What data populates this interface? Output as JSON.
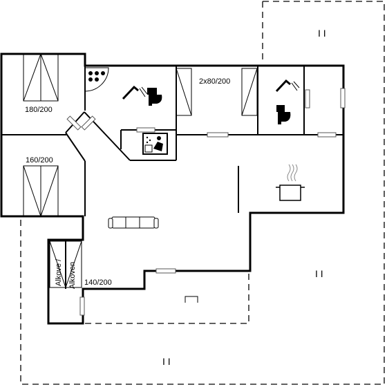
{
  "labels": {
    "bedroom1_beds": "180/200",
    "bedroom2_beds": "160/200",
    "bedroom3_beds": "2x80/200",
    "alcove_beds": "140/200",
    "alcove_line1": "Alkove /",
    "alcove_line2": "Alkoven"
  },
  "terrace_marks": {
    "top_right": "I I",
    "right": "I I",
    "bottom": "I I"
  },
  "icons": [
    "jacuzzi-icon",
    "shower-icon",
    "toilet-icon",
    "sauna-icon",
    "stove-pot-icon",
    "sofa-icon",
    "door-step-icon"
  ]
}
